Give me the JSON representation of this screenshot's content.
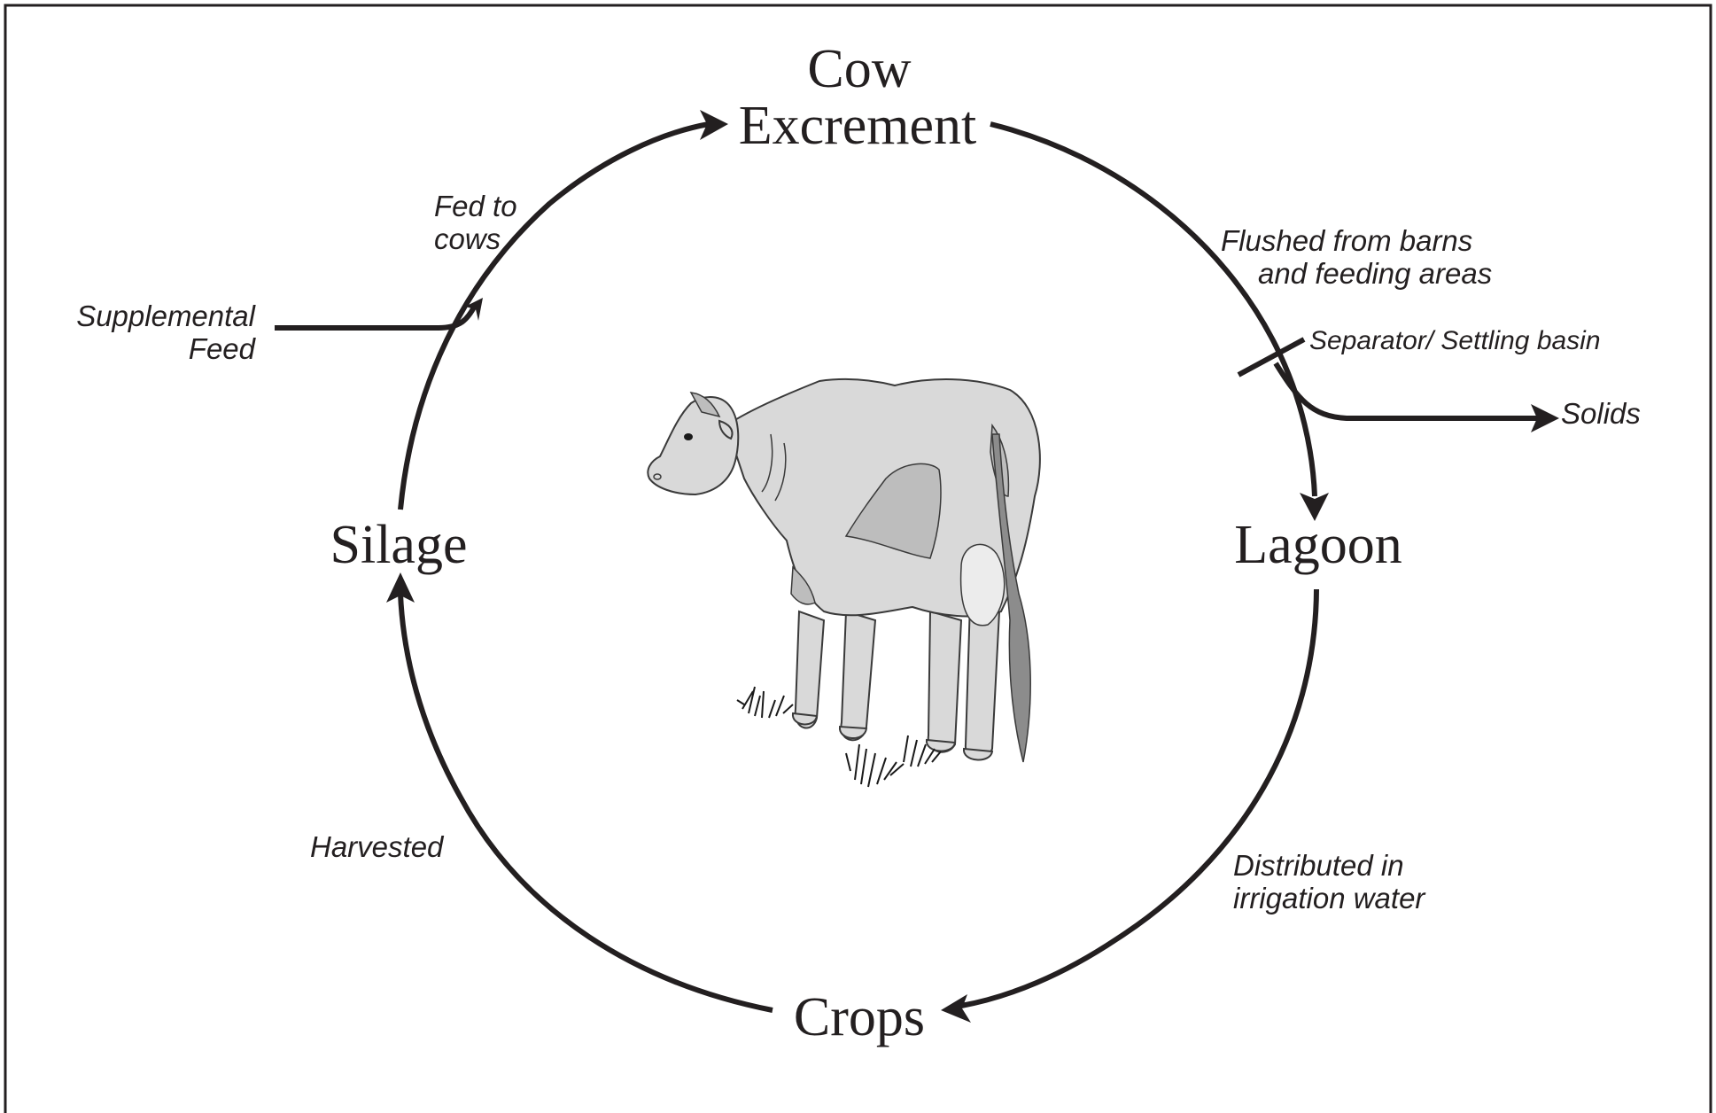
{
  "nodes": {
    "cow_excrement_line1": "Cow",
    "cow_excrement_line2": "Excrement",
    "lagoon": "Lagoon",
    "crops": "Crops",
    "silage": "Silage"
  },
  "edge_labels": {
    "fed_line1": "Fed to",
    "fed_line2": "cows",
    "flushed_line1": "Flushed from barns",
    "flushed_line2": "and feeding areas",
    "separator": "Separator/ Settling basin",
    "solids": "Solids",
    "distributed_line1": "Distributed in",
    "distributed_line2": "irrigation water",
    "harvested": "Harvested",
    "supplemental_line1": "Supplemental",
    "supplemental_line2": "Feed"
  },
  "colors": {
    "ink": "#231f20",
    "frame": "#231f20",
    "cow_fill": "#d9d9d9"
  }
}
